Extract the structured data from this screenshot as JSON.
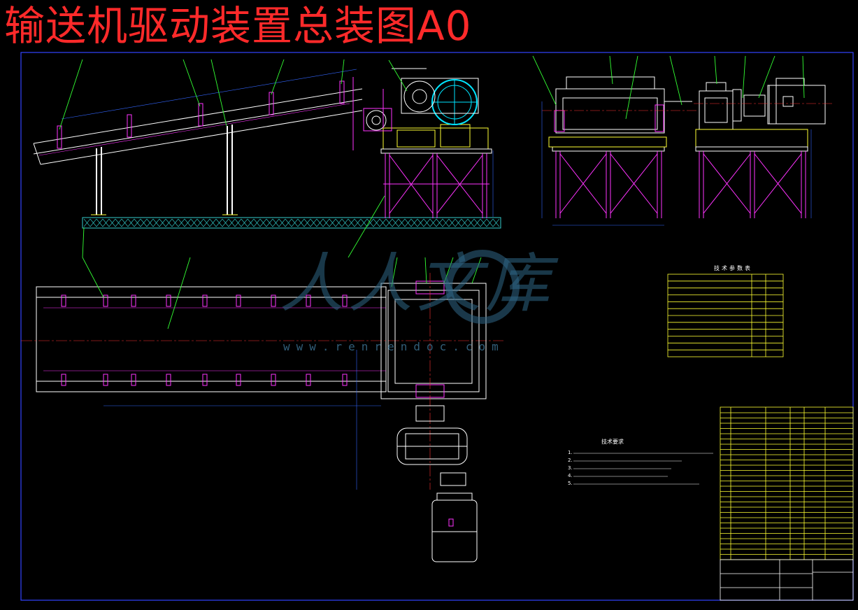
{
  "title": "输送机驱动装置总装图A0",
  "watermark": {
    "cn": "人人文库",
    "url": "www.renrendoc.com"
  },
  "tech_notes": {
    "heading": "技术要求",
    "lines": [
      "1.",
      "2.",
      "3.",
      "4.",
      "5."
    ]
  },
  "param_table": {
    "heading": "技术参数表",
    "rows": 12
  },
  "colors": {
    "background": "#000000",
    "title": "#ff2a2a",
    "frame": "#3344ff",
    "geometry": "#ffffff",
    "structure": "#ff33ff",
    "highlight": "#ffff33",
    "centerline": "#ff3333",
    "leader": "#33ff33",
    "hidden": "#3366ff",
    "foundation": "#33cccc",
    "drum": "#00e5ff"
  }
}
